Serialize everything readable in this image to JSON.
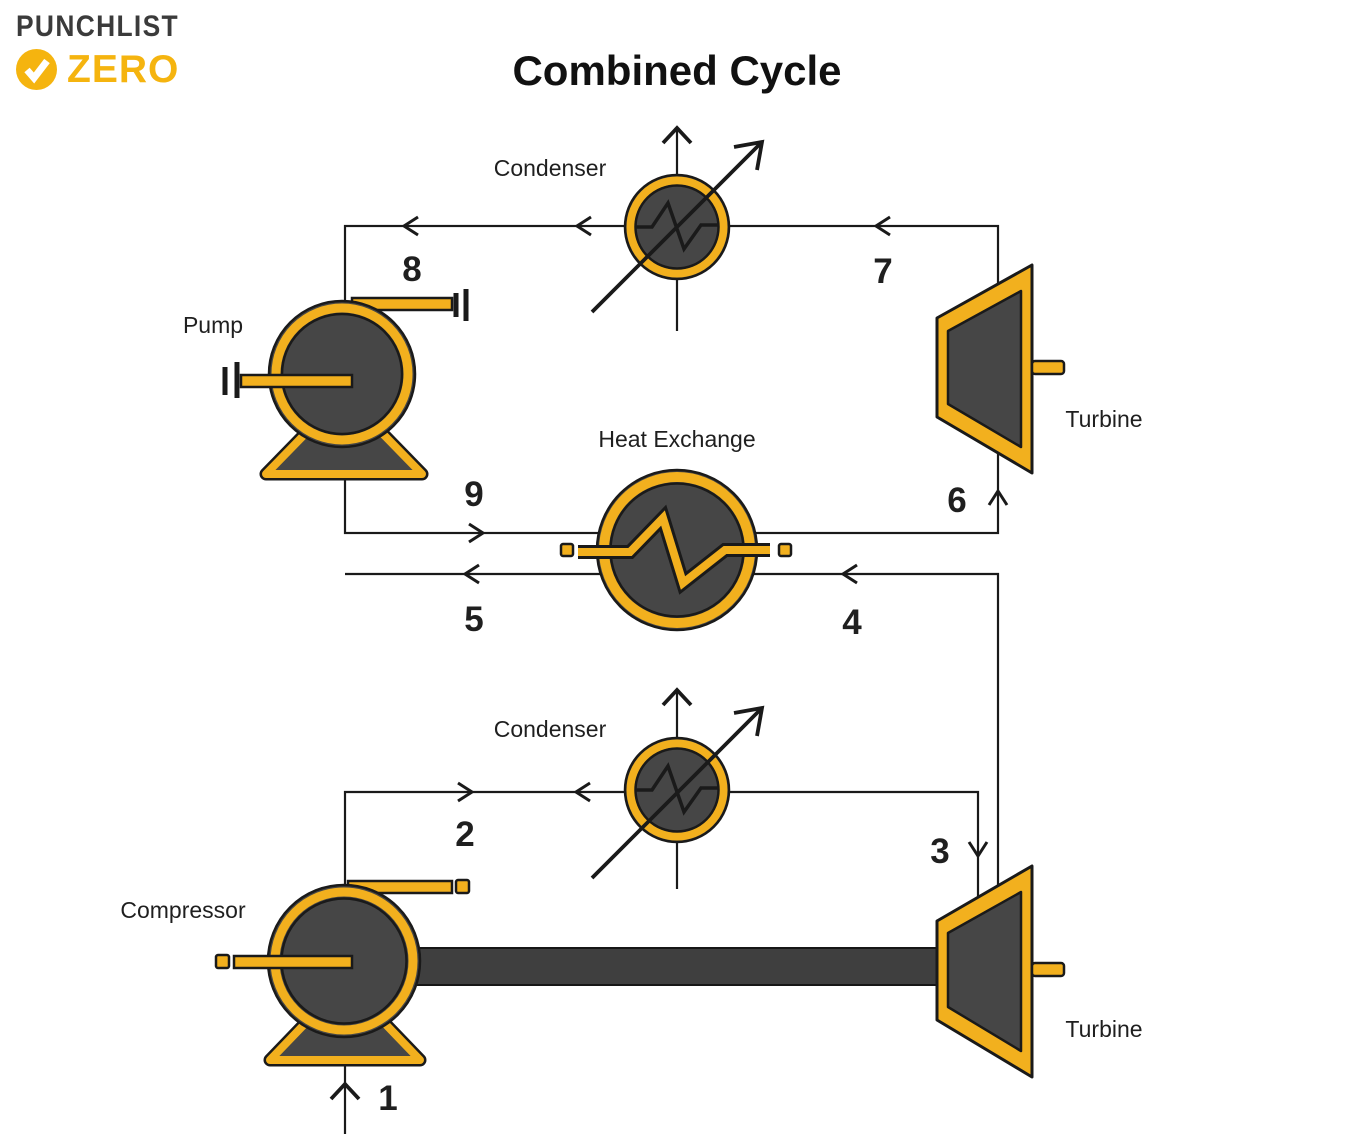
{
  "title": "Combined Cycle",
  "logo": {
    "line1": "PUNCHLIST",
    "line2": "ZERO"
  },
  "colors": {
    "symbol_yellow": "#F2B01E",
    "brand_yellow": "#F5B40F",
    "dark_fill": "#464646",
    "shaft_gray": "#3F3F3F",
    "line_black": "#1A1A1A",
    "text_dark": "#1F1F1F",
    "logo_gray": "#3B3B3B"
  },
  "labels": {
    "condenser_top": "Condenser",
    "pump": "Pump",
    "turbine_top": "Turbine",
    "heat_exchange": "Heat Exchange",
    "condenser_bottom": "Condenser",
    "compressor": "Compressor",
    "turbine_bottom": "Turbine"
  },
  "state_points": {
    "n1": "1",
    "n2": "2",
    "n3": "3",
    "n4": "4",
    "n5": "5",
    "n6": "6",
    "n7": "7",
    "n8": "8",
    "n9": "9"
  }
}
